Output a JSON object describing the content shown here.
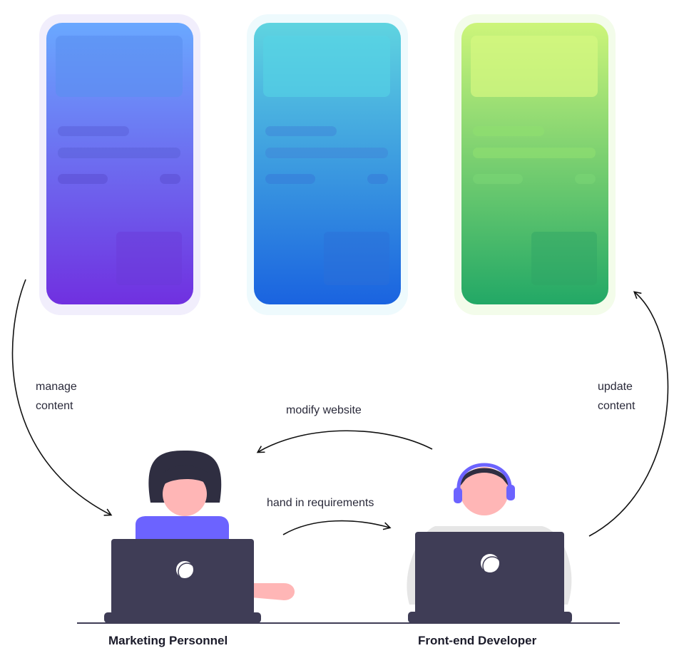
{
  "phones": [
    {
      "name": "purple",
      "top_color": "#6aa8ff",
      "bottom_color": "#7030e0",
      "halo": "#f1eefc"
    },
    {
      "name": "blue",
      "top_color": "#5fd4e0",
      "bottom_color": "#1a63e0",
      "halo": "#eefafd"
    },
    {
      "name": "green",
      "top_color": "#cdf57a",
      "bottom_color": "#22a866",
      "halo": "#f3fcea"
    }
  ],
  "edges": {
    "manage": {
      "line1": "manage",
      "line2": "content"
    },
    "update": {
      "line1": "update",
      "line2": "content"
    },
    "modify": "modify website",
    "hand_in": "hand in requirements"
  },
  "people": {
    "marketing": "Marketing Personnel",
    "developer": "Front-end Developer"
  },
  "colors": {
    "laptop": "#3f3d56",
    "skin": "#ffb6b6",
    "hair": "#2f2e41",
    "shirt_marketing": "#6c63ff",
    "shirt_developer": "#e6e6e6",
    "headset": "#6c63ff"
  }
}
